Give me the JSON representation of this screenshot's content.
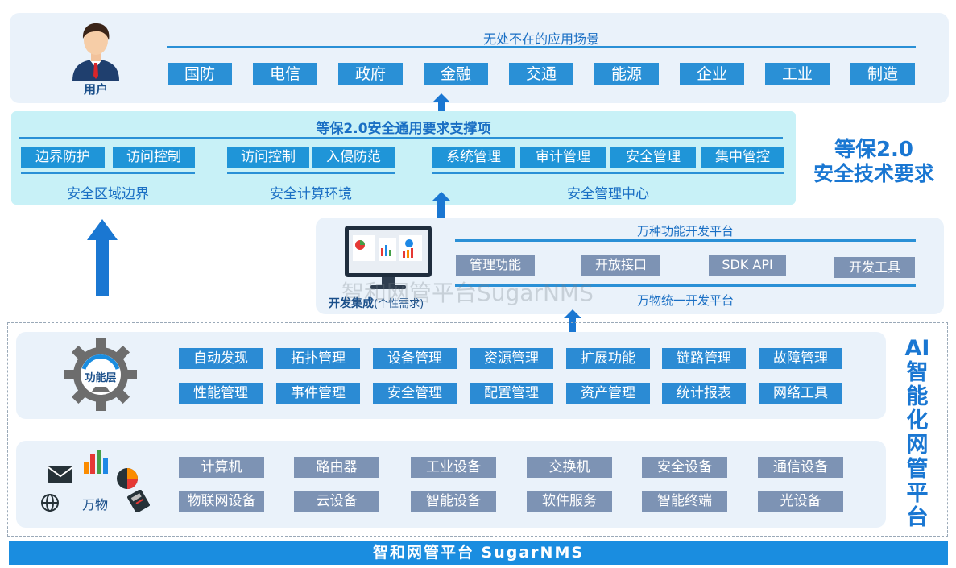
{
  "top": {
    "user_label": "用户",
    "scenes_title": "无处不在的应用场景",
    "scenes": [
      "国防",
      "电信",
      "政府",
      "金融",
      "交通",
      "能源",
      "企业",
      "工业",
      "制造"
    ]
  },
  "dengbao": {
    "title": "等保2.0安全通用要求支撑项",
    "group1": {
      "items": [
        "边界防护",
        "访问控制"
      ],
      "label": "安全区域边界"
    },
    "group2": {
      "items": [
        "访问控制",
        "入侵防范"
      ],
      "label": "安全计算环境"
    },
    "group3": {
      "items": [
        "系统管理",
        "审计管理",
        "安全管理",
        "集中管控"
      ],
      "label": "安全管理中心"
    },
    "side_line1": "等保2.0",
    "side_line2": "安全技术要求"
  },
  "dev": {
    "title": "万种功能开发平台",
    "items": [
      "管理功能",
      "开放接口",
      "SDK API",
      "开发工具"
    ],
    "subtitle": "万物统一开发平台",
    "integration_bold": "开发集成",
    "integration_note": "(个性需求)",
    "watermark": "智和网管平台SugarNMS"
  },
  "function": {
    "gear_label": "功能层",
    "row1": [
      "自动发现",
      "拓扑管理",
      "设备管理",
      "资源管理",
      "扩展功能",
      "链路管理",
      "故障管理"
    ],
    "row2": [
      "性能管理",
      "事件管理",
      "安全管理",
      "配置管理",
      "资产管理",
      "统计报表",
      "网络工具"
    ]
  },
  "things": {
    "label": "万物",
    "row1": [
      "计算机",
      "路由器",
      "工业设备",
      "交换机",
      "安全设备",
      "通信设备"
    ],
    "row2": [
      "物联网设备",
      "云设备",
      "智能设备",
      "软件服务",
      "智能终端",
      "光设备"
    ]
  },
  "ai_side": [
    "AI",
    "智",
    "能",
    "化",
    "网",
    "管",
    "平",
    "台"
  ],
  "footer": "智和网管平台 SugarNMS",
  "colors": {
    "primary": "#2a90d6",
    "footer": "#1a8de0",
    "gray_tag": "#7d93b4",
    "cyan_panel": "#c8f1f7"
  }
}
